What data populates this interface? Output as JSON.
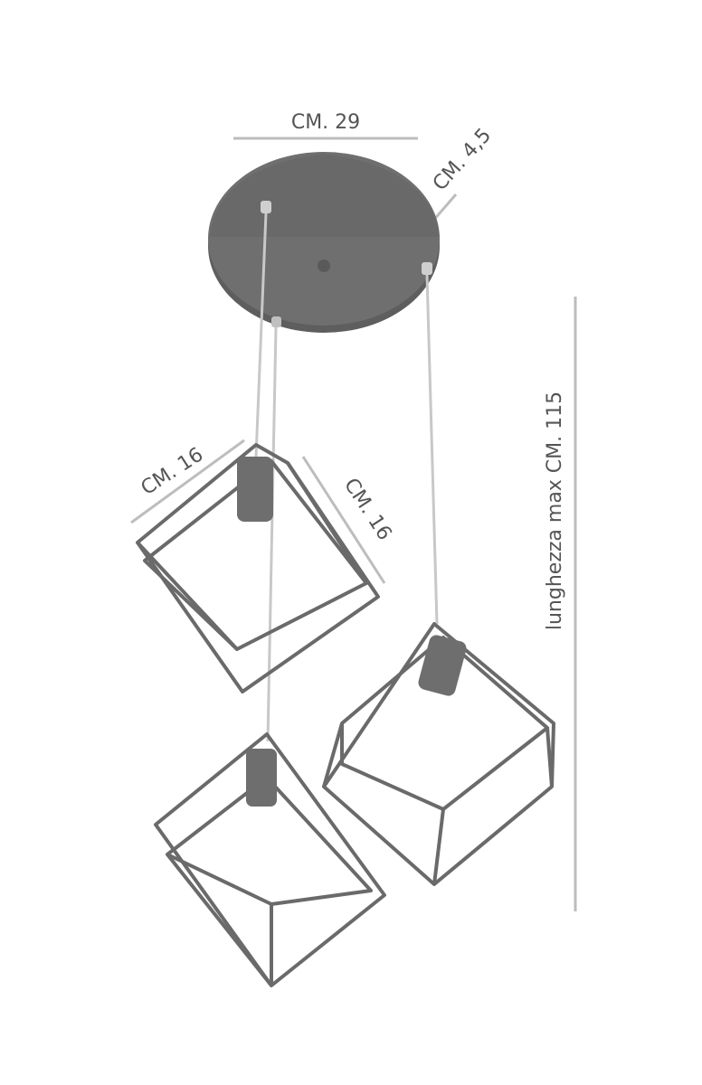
{
  "diagram": {
    "dimensions": {
      "canopy_width": "CM. 29",
      "canopy_height": "CM. 4,5",
      "cube_width": "CM. 16",
      "cube_depth": "CM. 16",
      "max_length": "lunghezza max CM. 115"
    },
    "colors": {
      "metal": "#6e6e6e",
      "dimension_line": "#bdbdbd",
      "text": "#555555"
    }
  }
}
